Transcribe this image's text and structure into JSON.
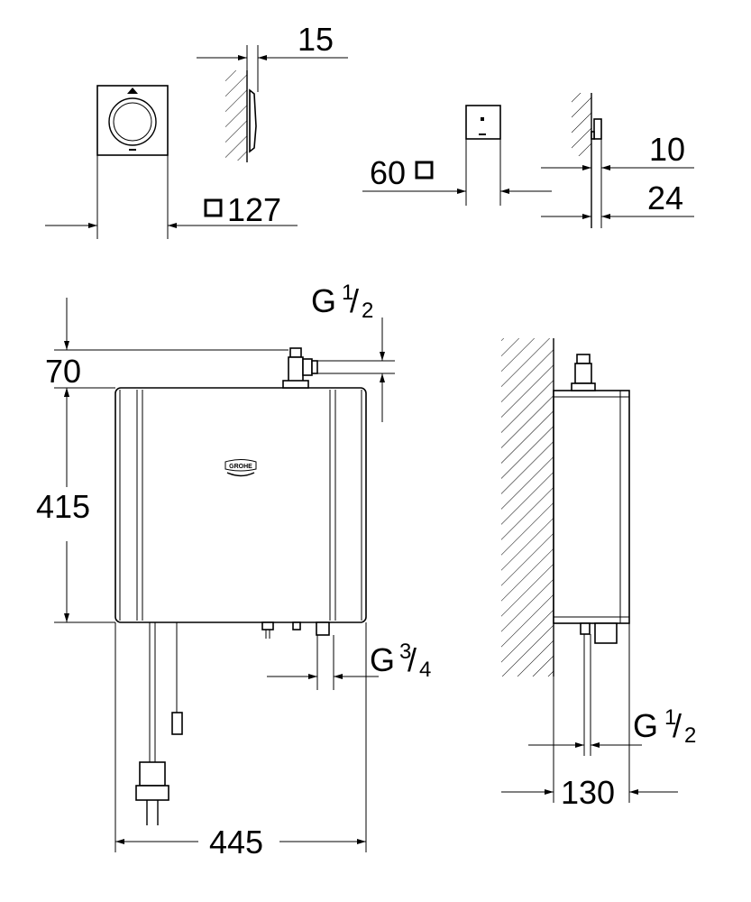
{
  "dimensions": {
    "sensor_panel_thickness": "15",
    "sensor_panel_size": "127",
    "sensor_small_size": "60",
    "sensor_small_depth_1": "10",
    "sensor_small_depth_2": "24",
    "inlet_thread_top": {
      "base": "G",
      "num": "1",
      "den": "2"
    },
    "top_fitting_height": "70",
    "heater_height": "415",
    "outlet_thread_bottom": {
      "base": "G",
      "num": "3",
      "den": "4"
    },
    "heater_width": "445",
    "side_thread": {
      "base": "G",
      "num": "1",
      "den": "2"
    },
    "heater_depth": "130"
  },
  "logo_text": "GROHE"
}
